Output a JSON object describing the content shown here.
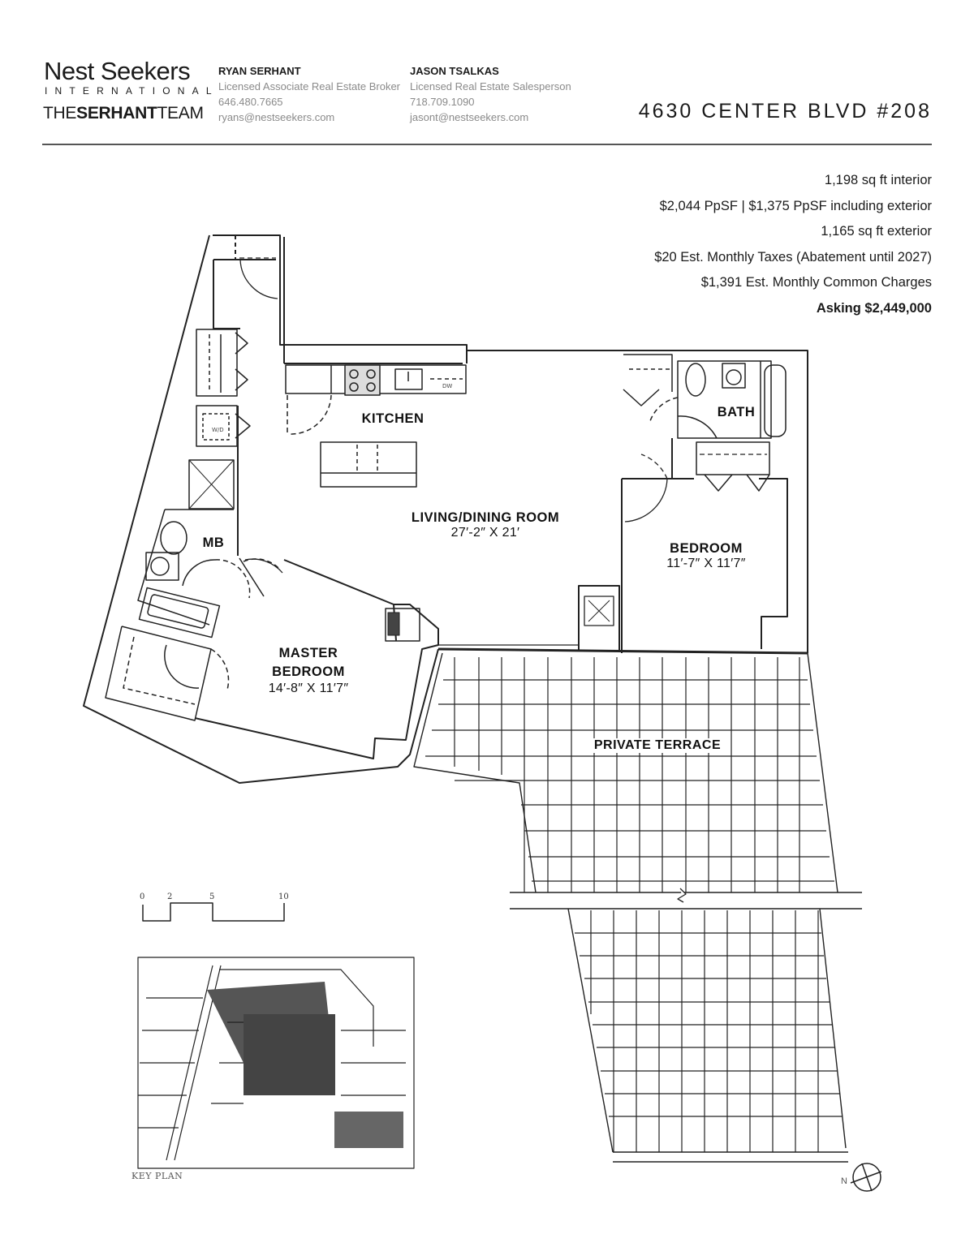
{
  "header": {
    "brand_name": "Nest Seekers",
    "brand_sub": "INTERNATIONAL",
    "team_prefix": "THE",
    "team_bold": "SERHANT",
    "team_suffix": "TEAM",
    "agents": [
      {
        "name": "RYAN SERHANT",
        "title": "Licensed Associate Real Estate Broker",
        "phone": "646.480.7665",
        "email": "ryans@nestseekers.com"
      },
      {
        "name": "JASON TSALKAS",
        "title": "Licensed Real Estate Salesperson",
        "phone": "718.709.1090",
        "email": "jasont@nestseekers.com"
      }
    ],
    "address": "4630 CENTER BLVD #208"
  },
  "facts": {
    "interior": "1,198 sq ft interior",
    "ppsf": "$2,044 PpSF | $1,375 PpSF including exterior",
    "exterior": "1,165 sq ft exterior",
    "taxes": "$20 Est. Monthly Taxes (Abatement until 2027)",
    "common_charges": "$1,391 Est. Monthly Common Charges",
    "asking": "Asking $2,449,000"
  },
  "floorplan": {
    "rooms": [
      {
        "id": "kitchen",
        "name": "KITCHEN",
        "dims": ""
      },
      {
        "id": "bath",
        "name": "BATH",
        "dims": ""
      },
      {
        "id": "mb",
        "name": "MB",
        "dims": ""
      },
      {
        "id": "living",
        "name": "LIVING/DINING ROOM",
        "dims": "27′-2″ X 21′"
      },
      {
        "id": "bedroom",
        "name": "BEDROOM",
        "dims": "11′-7″ X 11′7″"
      },
      {
        "id": "master",
        "name": "MASTER",
        "name2": "BEDROOM",
        "dims": "14′-8″ X 11′7″"
      },
      {
        "id": "terrace",
        "name": "PRIVATE TERRACE",
        "dims": ""
      }
    ],
    "scale": {
      "ticks": [
        "0",
        "2",
        "5",
        "10"
      ]
    },
    "key_plan_label": "KEY PLAN",
    "north_label": "N",
    "wd_label": "W/D",
    "dw_label": "DW"
  },
  "colors": {
    "ink": "#1a1a1a",
    "muted": "#8a8a8a",
    "rule": "#555555"
  }
}
